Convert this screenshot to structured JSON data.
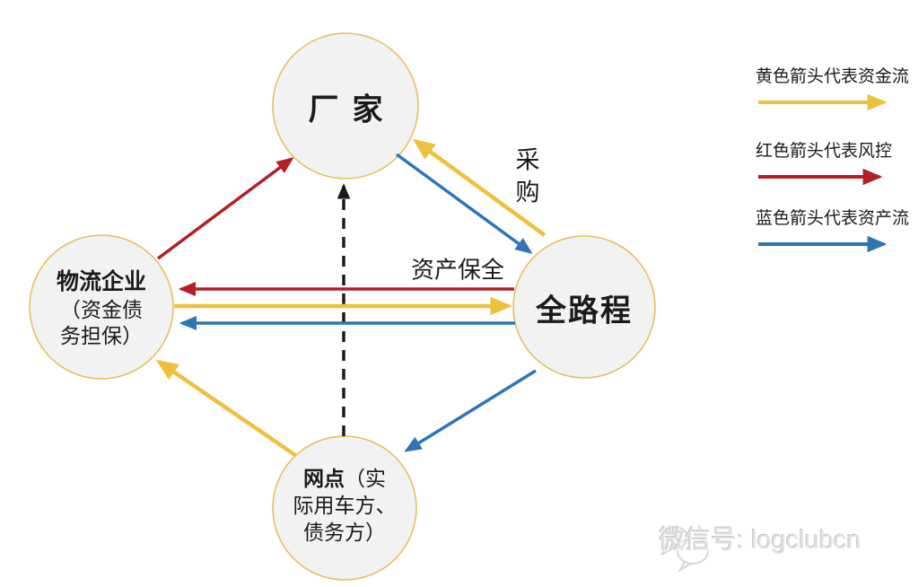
{
  "colors": {
    "yellow": "#EEC13C",
    "red": "#B22025",
    "blue": "#2E75B6",
    "black": "#1A1A1A",
    "node_fill": "#F2F2F2",
    "node_border": "#E5C05E"
  },
  "nodes": {
    "manufacturer": {
      "label": "厂家"
    },
    "logistics": {
      "title": "物流企业",
      "subtitle": "（资金债\n务担保）"
    },
    "full_route": {
      "label": "全路程"
    },
    "outlet": {
      "title": "网点",
      "subtitle": "（实\n际用车方、\n债务方）"
    }
  },
  "edge_labels": {
    "procurement": "采购",
    "asset_preservation": "资产保全"
  },
  "legend": {
    "items": [
      {
        "label": "黄色箭头代表资金流",
        "color": "#EEC13C"
      },
      {
        "label": "红色箭头代表风控",
        "color": "#B22025"
      },
      {
        "label": "蓝色箭头代表资产流",
        "color": "#2E75B6"
      }
    ]
  },
  "watermark": {
    "text": "微信号: logclubcn"
  }
}
